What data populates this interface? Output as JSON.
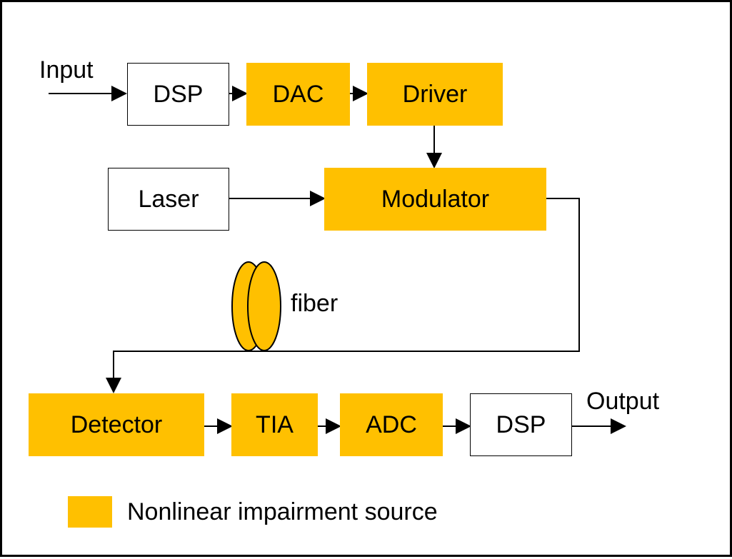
{
  "colors": {
    "impairment_fill": "#FFC000",
    "plain_fill": "#FFFFFF",
    "line": "#000000"
  },
  "labels": {
    "input": "Input",
    "output": "Output",
    "fiber": "fiber"
  },
  "blocks": {
    "dsp_tx": "DSP",
    "dac": "DAC",
    "driver": "Driver",
    "laser": "Laser",
    "modulator": "Modulator",
    "detector": "Detector",
    "tia": "TIA",
    "adc": "ADC",
    "dsp_rx": "DSP"
  },
  "legend": {
    "text": "Nonlinear impairment source"
  },
  "icons": {
    "fiber": "fiber-spool-icon"
  }
}
